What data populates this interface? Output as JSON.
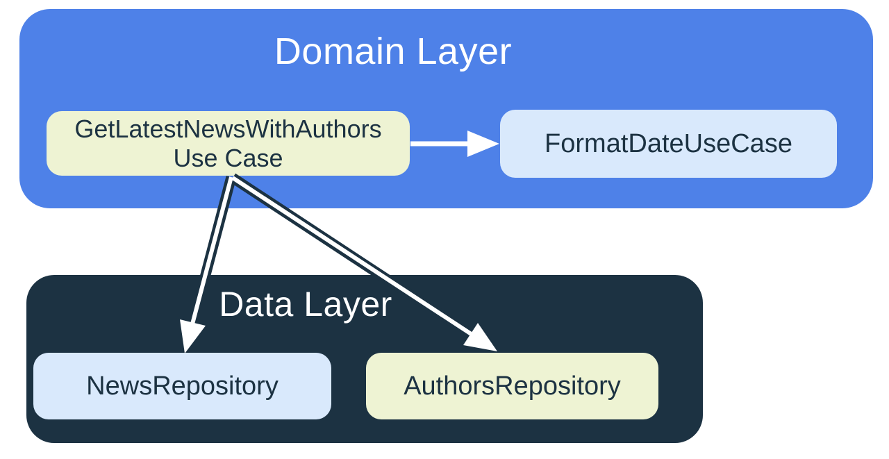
{
  "diagram": {
    "domain_layer": {
      "title": "Domain Layer",
      "nodes": {
        "get_latest_news": {
          "label_line1": "GetLatestNewsWithAuthors",
          "label_line2": "Use Case"
        },
        "format_date": {
          "label": "FormatDateUseCase"
        }
      }
    },
    "data_layer": {
      "title": "Data Layer",
      "nodes": {
        "news_repository": {
          "label": "NewsRepository"
        },
        "authors_repository": {
          "label": "AuthorsRepository"
        }
      }
    },
    "edges": [
      {
        "from": "GetLatestNewsWithAuthors Use Case",
        "to": "FormatDateUseCase",
        "style": "plain-white-arrow"
      },
      {
        "from": "GetLatestNewsWithAuthors Use Case",
        "to": "NewsRepository",
        "style": "white-arrow-dark-outline"
      },
      {
        "from": "GetLatestNewsWithAuthors Use Case",
        "to": "AuthorsRepository",
        "style": "white-arrow-dark-outline"
      }
    ],
    "colors": {
      "domain_bg": "#4E81E8",
      "data_bg": "#1C3242",
      "accent_cream": "#EEF3D3",
      "accent_light_blue": "#D9E9FC",
      "text_dark": "#1C3242",
      "text_light": "#FFFFFF",
      "arrow_white": "#FFFFFF",
      "arrow_outline": "#1C3242"
    }
  }
}
